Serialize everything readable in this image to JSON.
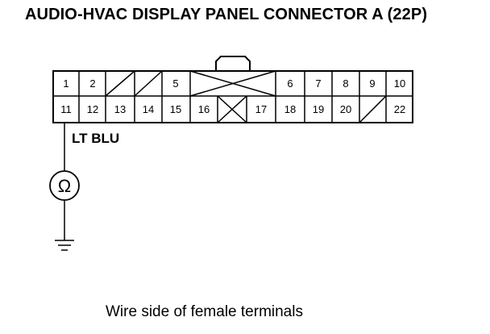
{
  "title": "AUDIO-HVAC DISPLAY PANEL CONNECTOR A (22P)",
  "caption": "Wire side of female terminals",
  "connector": {
    "top_row": [
      "1",
      "2",
      "",
      "",
      "5",
      "",
      "6",
      "7",
      "8",
      "9",
      "10"
    ],
    "bottom_row": [
      "11",
      "12",
      "13",
      "14",
      "15",
      "16",
      "",
      "17",
      "18",
      "19",
      "20",
      "",
      "22"
    ]
  },
  "wire": {
    "terminal": "11",
    "color_label": "LT BLU"
  },
  "meter_symbol": "Ω",
  "icons": [
    "ohmmeter-icon",
    "ground-icon"
  ]
}
